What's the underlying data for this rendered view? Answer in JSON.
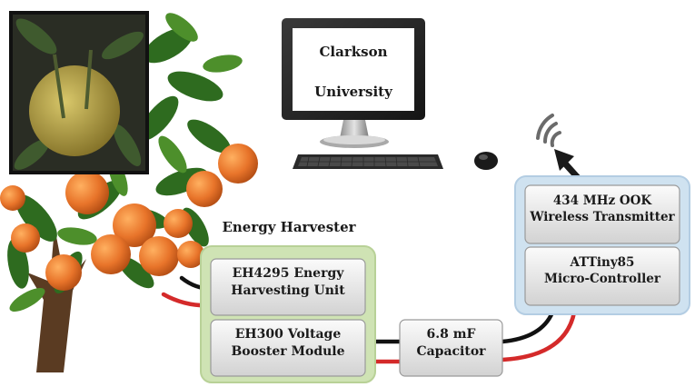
{
  "monitor": {
    "line1": "Clarkson",
    "line2": "University"
  },
  "energy_harvester": {
    "title": "Energy Harvester",
    "eh4295": {
      "line1": "EH4295 Energy",
      "line2": "Harvesting Unit"
    },
    "eh300": {
      "line1": "EH300 Voltage",
      "line2": "Booster Module"
    }
  },
  "capacitor": {
    "line1": "6.8 mF",
    "line2": "Capacitor"
  },
  "transmitter": {
    "line1": "434 MHz OOK",
    "line2": "Wireless Transmitter"
  },
  "microcontroller": {
    "line1": "ATTiny85",
    "line2": "Micro-Controller"
  },
  "wire_colors": {
    "positive": "#d42a2a",
    "negative": "#111111"
  },
  "accent_colors": {
    "harvester_glow": "#cfe3b4",
    "transmitter_glow": "#cfe2f0"
  }
}
